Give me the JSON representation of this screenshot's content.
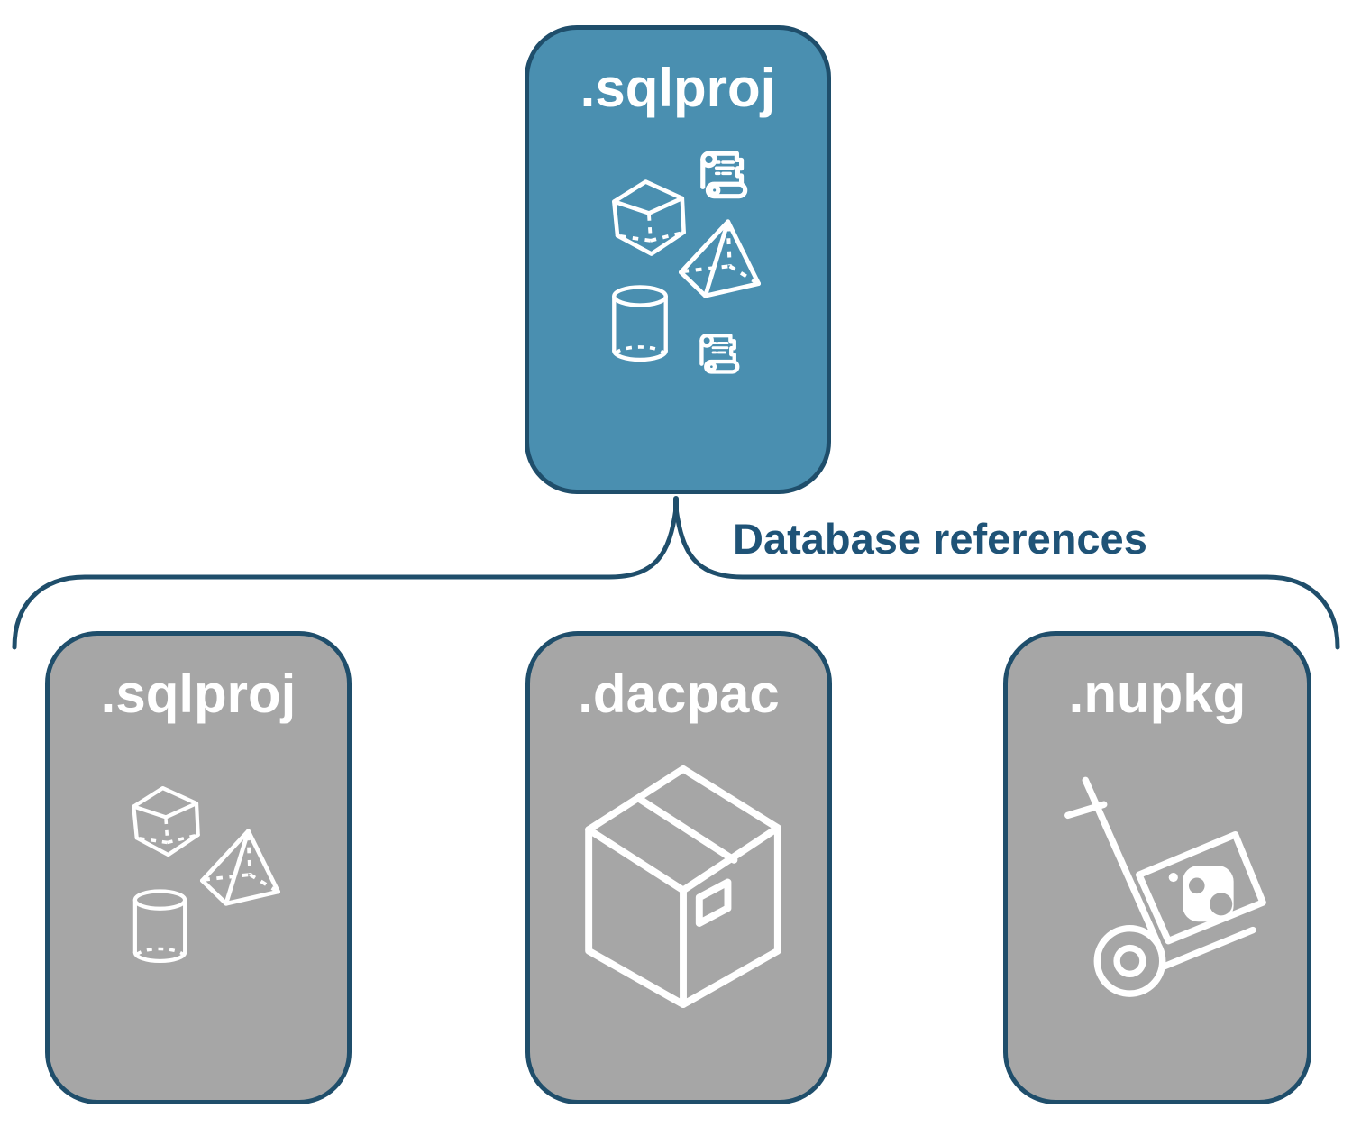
{
  "colors": {
    "node_primary_fill": "#4A8FB0",
    "node_secondary_fill": "#A6A6A6",
    "node_border": "#1F4E6B",
    "connector": "#1F4E6B",
    "label_text": "#FFFFFF",
    "annotation_text": "#1F5377",
    "page_background": "#FFFFFF"
  },
  "root_node": {
    "label": ".sqlproj",
    "icons": [
      "script-scroll-icon",
      "cube-icon",
      "pyramid-icon",
      "cylinder-icon",
      "script-scroll-icon"
    ]
  },
  "connector": {
    "label": "Database references",
    "shape": "curly-brace"
  },
  "child_nodes": [
    {
      "label": ".sqlproj",
      "icons": [
        "cube-icon",
        "pyramid-icon",
        "cylinder-icon"
      ]
    },
    {
      "label": ".dacpac",
      "icons": [
        "package-box-icon"
      ]
    },
    {
      "label": ".nupkg",
      "icons": [
        "hand-truck-package-icon"
      ]
    }
  ]
}
